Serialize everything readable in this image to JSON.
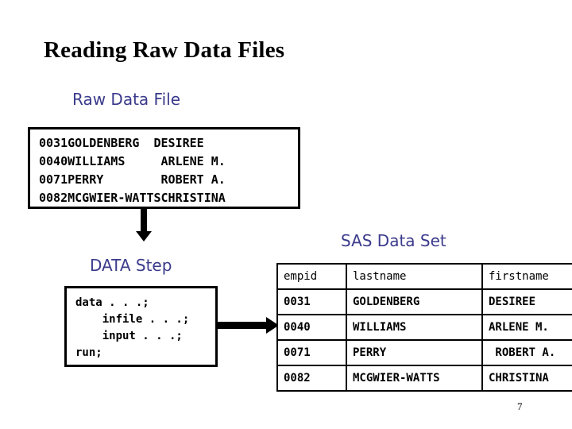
{
  "slide": {
    "title": "Reading Raw Data Files",
    "page_number": "7",
    "accent_color": "#3b3b8c",
    "line_color": "#000000"
  },
  "raw_data_panel": {
    "caption": "Raw Data File",
    "lines_text": "0031GOLDENBERG  DESIREE\n0040WILLIAMS     ARLENE M.\n0071PERRY        ROBERT A.\n0082MCGWIER-WATTSCHRISTINA",
    "lines": [
      "0031GOLDENBERG  DESIREE",
      "0040WILLIAMS     ARLENE M.",
      "0071PERRY        ROBERT A.",
      "0082MCGWIER-WATTSCHRISTINA"
    ]
  },
  "flow": {
    "down_arrow_icon": "arrow-down-icon",
    "right_arrow_icon": "arrow-right-icon"
  },
  "data_step_panel": {
    "caption": "DATA Step",
    "code_text": "data . . .;\n    infile . . .;\n    input . . .;\nrun;",
    "code_lines": [
      "data . . .;",
      "    infile . . .;",
      "    input . . .;",
      "run;"
    ]
  },
  "sas_data_set": {
    "caption": "SAS Data Set",
    "columns": [
      "empid",
      "lastname",
      "firstname"
    ],
    "rows": [
      [
        "0031",
        "GOLDENBERG",
        "DESIREE"
      ],
      [
        "0040",
        "WILLIAMS",
        "ARLENE M."
      ],
      [
        "0071",
        "PERRY",
        " ROBERT A."
      ],
      [
        "0082",
        "MCGWIER-WATTS",
        "CHRISTINA"
      ]
    ]
  }
}
